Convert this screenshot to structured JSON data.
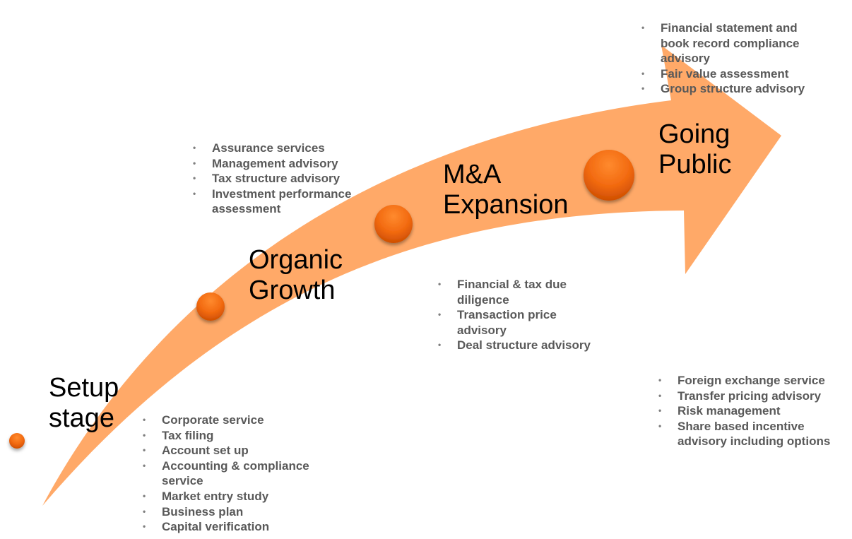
{
  "colors": {
    "arrow_fill": "#FFA968",
    "dot_highlight": "#FF8A2E",
    "dot_shadow": "#C94A00",
    "label_text": "#000000",
    "bullet_text": "#595959"
  },
  "stages": [
    {
      "id": "setup",
      "label_lines": [
        "Setup",
        "stage"
      ]
    },
    {
      "id": "organic",
      "label_lines": [
        "Organic",
        "Growth"
      ]
    },
    {
      "id": "mna",
      "label_lines": [
        "M&A",
        "Expansion"
      ]
    },
    {
      "id": "public",
      "label_lines": [
        "Going",
        "Public"
      ]
    }
  ],
  "bullet_groups": [
    {
      "id": "setup-services",
      "items": [
        "Corporate service",
        "Tax filing",
        "Account set up",
        "Accounting & compliance service",
        "Market entry study",
        "Business plan",
        "Capital verification"
      ]
    },
    {
      "id": "organic-services",
      "items": [
        "Assurance services",
        "Management advisory",
        "Tax structure advisory",
        "Investment performance assessment"
      ]
    },
    {
      "id": "mna-services",
      "items": [
        "Financial & tax due diligence",
        "Transaction price advisory",
        "Deal structure advisory"
      ]
    },
    {
      "id": "public-top-services",
      "items": [
        "Financial statement and book record compliance advisory",
        "Fair value assessment",
        "Group structure advisory"
      ]
    },
    {
      "id": "public-bottom-services",
      "items": [
        "Foreign exchange service",
        "Transfer pricing advisory",
        "Risk management",
        "Share based incentive advisory including options"
      ]
    }
  ]
}
